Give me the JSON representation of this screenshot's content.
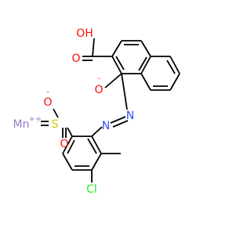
{
  "colors": {
    "O": "#ff0d0d",
    "N": "#3050f8",
    "S": "#cccc00",
    "Cl": "#1ff01f",
    "Mn": "#9c7ac7",
    "bond": "#000000"
  },
  "labels": {
    "oh": "OH",
    "carbonyl_o": "O",
    "phenolate_o": "O",
    "phenolate_charge": "-",
    "azo_n1": "N",
    "azo_n2": "N",
    "sulfur": "S",
    "sulfonate_o_top": "O",
    "sulfonate_o_top_charge": "-",
    "sulfonate_o_bottom": "O",
    "chlorine": "Cl",
    "manganese": "Mn",
    "manganese_charge": "++"
  }
}
